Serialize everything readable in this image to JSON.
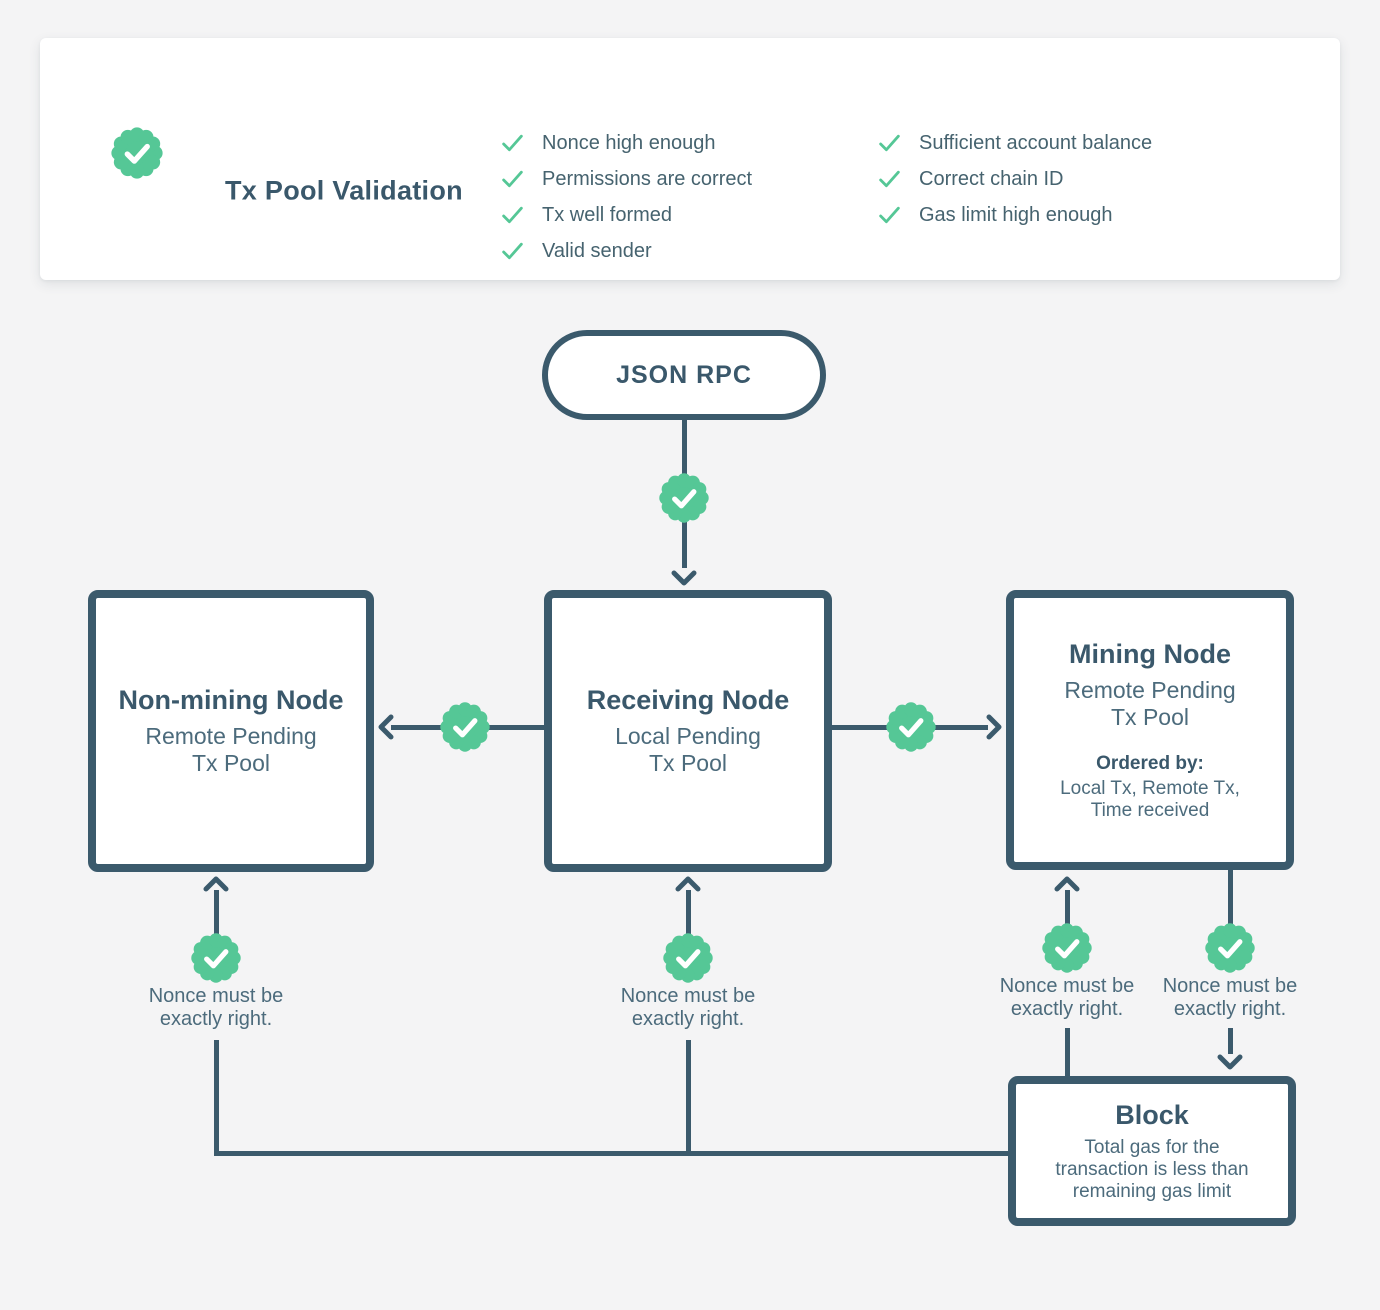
{
  "legend": {
    "title": "Tx Pool Validation",
    "checks_left": [
      "Nonce high enough",
      "Permissions are correct",
      "Tx well formed",
      "Valid sender"
    ],
    "checks_right": [
      "Sufficient account balance",
      "Correct chain ID",
      "Gas limit high enough"
    ]
  },
  "nodes": {
    "json_rpc": {
      "label": "JSON RPC"
    },
    "non_mining": {
      "title": "Non-mining Node",
      "subtitle": "Remote Pending\nTx Pool"
    },
    "receiving": {
      "title": "Receiving Node",
      "subtitle": "Local Pending\nTx Pool"
    },
    "mining": {
      "title": "Mining Node",
      "subtitle": "Remote Pending\nTx Pool",
      "ordered_by_label": "Ordered by:",
      "ordered_by_text": "Local Tx, Remote Tx,\nTime received"
    },
    "block": {
      "title": "Block",
      "text": "Total gas for the\ntransaction is less than\nremaining gas limit"
    }
  },
  "annotations": [
    "Nonce must be\nexactly right.",
    "Nonce must be\nexactly right.",
    "Nonce must be\nexactly right.",
    "Nonce must be\nexactly right."
  ],
  "colors": {
    "accent_green": "#55c796",
    "slate": "#3b5a6c",
    "background": "#f4f4f5",
    "card_background": "#ffffff"
  }
}
